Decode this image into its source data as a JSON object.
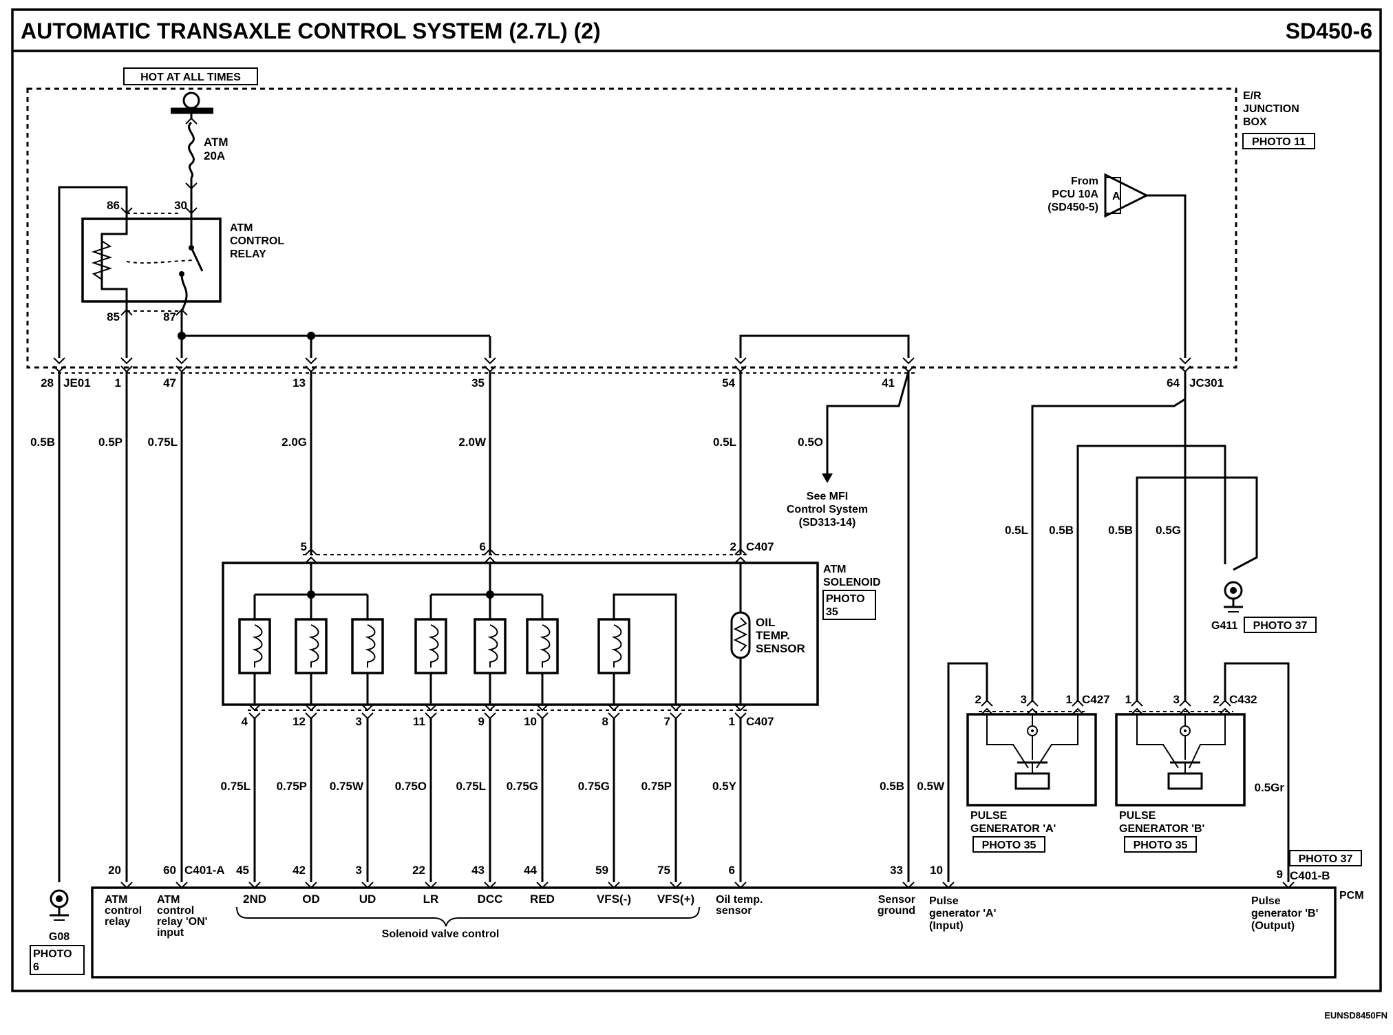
{
  "title": "AUTOMATIC TRANSAXLE CONTROL SYSTEM (2.7L) (2)",
  "code": "SD450-6",
  "footer_code": "EUNSD8450FN",
  "hot_label": "HOT AT ALL TIMES",
  "fuse": {
    "name": "ATM",
    "rating": "20A"
  },
  "junction_box": {
    "line1": "E/R",
    "line2": "JUNCTION",
    "line3": "BOX",
    "photo": "PHOTO 11"
  },
  "relay": {
    "line1": "ATM",
    "line2": "CONTROL",
    "line3": "RELAY",
    "pins": [
      "86",
      "30",
      "85",
      "87"
    ]
  },
  "from_pcu": {
    "line1": "From",
    "line2": "PCU 10A",
    "line3": "(SD450-5)",
    "tag": "A"
  },
  "je01": {
    "name": "JE01",
    "pins": [
      "28",
      "1",
      "47",
      "13",
      "35",
      "54",
      "41"
    ]
  },
  "jc301": {
    "name": "JC301",
    "pin": "64"
  },
  "wires_top": [
    "0.5B",
    "0.5P",
    "0.75L",
    "2.0G",
    "2.0W",
    "0.5L",
    "0.5O"
  ],
  "mfi_note": {
    "line1": "See MFI",
    "line2": "Control System",
    "line3": "(SD313-14)"
  },
  "solenoid": {
    "line1": "ATM",
    "line2": "SOLENOID",
    "photo1": "PHOTO",
    "photo2": "35",
    "top_pins": [
      "5",
      "6",
      "2"
    ],
    "top_connector": "C407",
    "sensor": {
      "line1": "OIL",
      "line2": "TEMP.",
      "line3": "SENSOR"
    },
    "bottom_pins": [
      "4",
      "12",
      "3",
      "11",
      "9",
      "10",
      "8",
      "7",
      "1"
    ],
    "bottom_connector": "C407"
  },
  "wires_mid": [
    "0.75L",
    "0.75P",
    "0.75W",
    "0.75O",
    "0.75L",
    "0.75G",
    "0.75G",
    "0.75P",
    "0.5Y"
  ],
  "pg_wires": [
    "0.5L",
    "0.5B",
    "0.5B",
    "0.5G"
  ],
  "g411": {
    "name": "G411",
    "photo": "PHOTO 37"
  },
  "pulse_a": {
    "pins": [
      "2",
      "3",
      "1"
    ],
    "connector": "C427",
    "line1": "PULSE",
    "line2": "GENERATOR 'A'",
    "photo": "PHOTO 35"
  },
  "pulse_b": {
    "pins": [
      "1",
      "3",
      "2"
    ],
    "connector": "C432",
    "line1": "PULSE",
    "line2": "GENERATOR 'B'",
    "photo": "PHOTO 35"
  },
  "wires_right": [
    "0.5B",
    "0.5W",
    "0.5Gr"
  ],
  "pcm": {
    "name": "PCM",
    "connector_a": "C401-A",
    "connector_b": "C401-B",
    "photo_b": "PHOTO 37",
    "pins": [
      "20",
      "60",
      "45",
      "42",
      "3",
      "22",
      "43",
      "44",
      "59",
      "75",
      "6",
      "33",
      "10",
      "9"
    ],
    "labels": {
      "atm_relay": [
        "ATM",
        "control",
        "relay"
      ],
      "atm_on": [
        "ATM",
        "control",
        "relay 'ON'",
        "input"
      ],
      "sol": [
        "2ND",
        "OD",
        "UD",
        "LR",
        "DCC",
        "RED",
        "VFS(-)",
        "VFS(+)"
      ],
      "oil": [
        "Oil temp.",
        "sensor"
      ],
      "sensor_ground": [
        "Sensor",
        "ground"
      ],
      "pg_a": [
        "Pulse",
        "generator 'A'",
        "(Input)"
      ],
      "pg_b": [
        "Pulse",
        "generator 'B'",
        "(Output)"
      ]
    },
    "solenoid_group": "Solenoid valve control"
  },
  "g08": {
    "name": "G08",
    "photo1": "PHOTO",
    "photo2": "6"
  }
}
